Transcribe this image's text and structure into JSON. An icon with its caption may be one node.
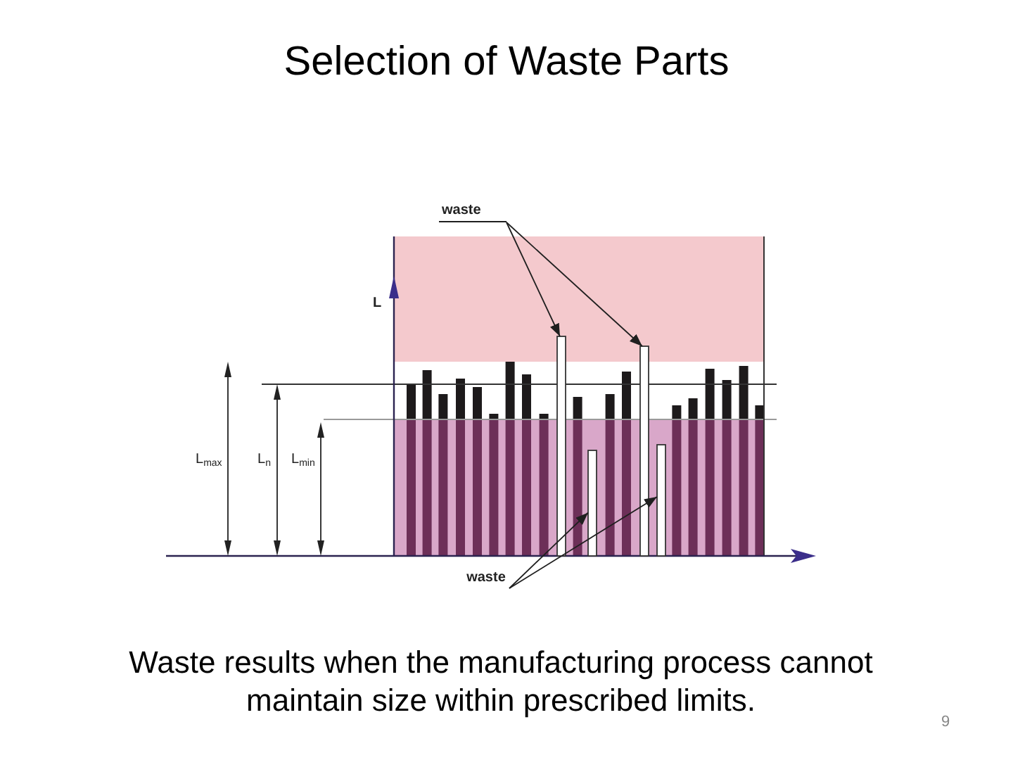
{
  "diagram": {
    "title": "Selection of Waste Parts",
    "caption": "Waste results when the manufacturing process cannot maintain size within prescribed limits.",
    "nodes": [
      {
        "text": [
          "waste"
        ]
      },
      {
        "text": [],
        "shape": "bar"
      },
      {
        "text": [],
        "shape": "bar"
      },
      {
        "text": [
          "waste"
        ]
      },
      {
        "text": [],
        "shape": "bar"
      },
      {
        "text": [],
        "shape": "bar"
      }
    ],
    "edges": [
      {
        "from": 0,
        "to": 1,
        "arrow": "to"
      },
      {
        "from": 0,
        "to": 2,
        "arrow": "to"
      },
      {
        "from": 3,
        "to": 4,
        "arrow": "to"
      },
      {
        "from": 3,
        "to": 5,
        "arrow": "to"
      }
    ],
    "labels": [
      "L",
      "L$_{max}$",
      "L$_{n}$",
      "L$_{min}$",
      "9"
    ]
  }
}
